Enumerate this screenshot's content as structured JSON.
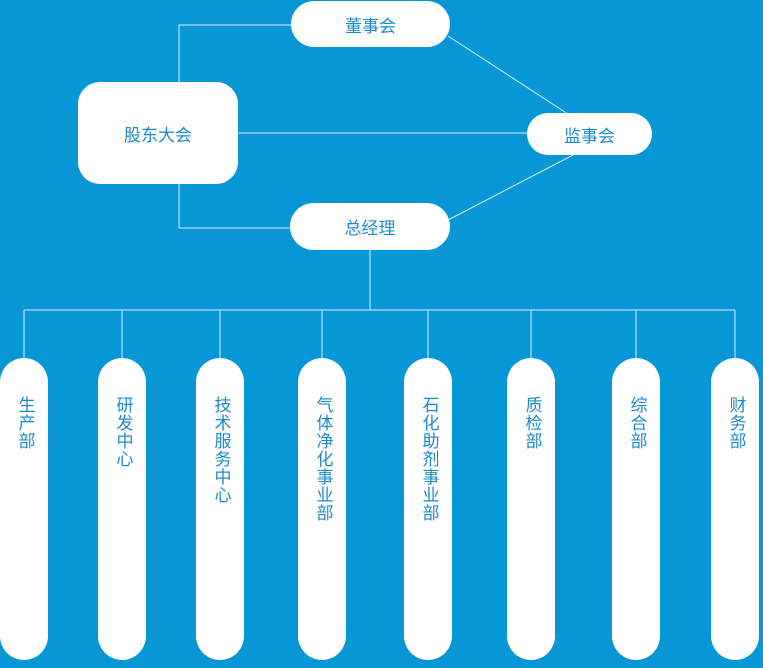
{
  "top": {
    "board": "董事会",
    "shareholders": "股东大会",
    "supervisors": "监事会",
    "manager": "总经理"
  },
  "departments": [
    {
      "label": "生产部"
    },
    {
      "label": "研发中心"
    },
    {
      "label": "技术服务中心"
    },
    {
      "label": "气体净化事业部"
    },
    {
      "label": "石化助剂事业部"
    },
    {
      "label": "质检部"
    },
    {
      "label": "综合部"
    },
    {
      "label": "财务部"
    }
  ],
  "colors": {
    "background": "#0797d7",
    "node": "#ffffff",
    "text": "#1a8ccc",
    "line": "#d8eef9"
  }
}
